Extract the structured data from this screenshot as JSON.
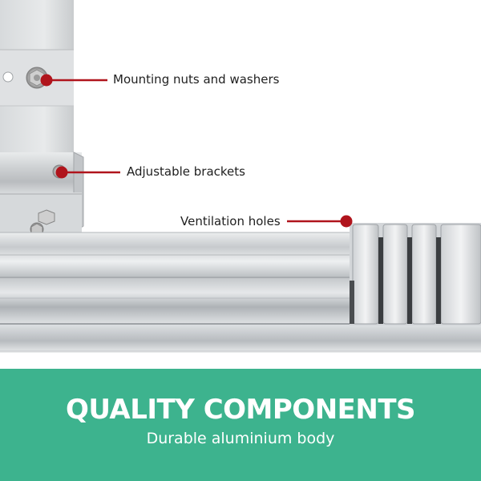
{
  "callouts": [
    {
      "label": "Mounting nuts and washers"
    },
    {
      "label": "Adjustable brackets"
    },
    {
      "label": "Ventilation holes"
    }
  ],
  "banner": {
    "title": "QUALITY COMPONENTS",
    "subtitle": "Durable aluminium body",
    "color": "#3db38e"
  },
  "accent_color": "#b0141c"
}
